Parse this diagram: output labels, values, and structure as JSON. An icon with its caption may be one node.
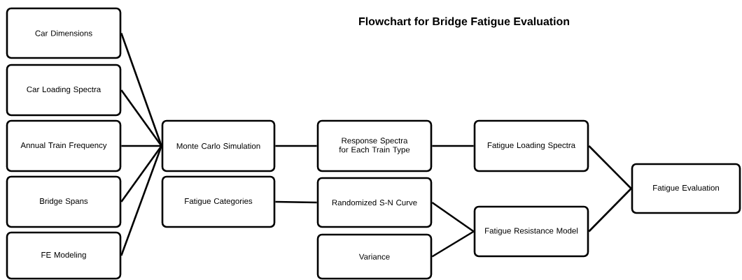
{
  "diagram": {
    "title": "Flowchart for Bridge Fatigue Evaluation",
    "nodes": [
      {
        "text": [
          "Car Dimensions"
        ]
      },
      {
        "text": [
          "Car Loading Spectra"
        ]
      },
      {
        "text": [
          "Annual Train Frequency"
        ]
      },
      {
        "text": [
          "Bridge Spans"
        ]
      },
      {
        "text": [
          "FE Modeling"
        ]
      },
      {
        "text": [
          "Monte Carlo Simulation"
        ]
      },
      {
        "text": [
          "Fatigue Categories"
        ]
      },
      {
        "text": [
          "Response Spectra for Each Train Type"
        ]
      },
      {
        "text": [
          "Randomized S-N Curve"
        ]
      },
      {
        "text": [
          "Variance"
        ]
      },
      {
        "text": [
          "Fatigue Loading Spectra"
        ]
      },
      {
        "text": [
          "Fatigue Resistance Model"
        ]
      },
      {
        "text": [
          "Fatigue Evaluation"
        ]
      }
    ],
    "edges": [
      {
        "from": 0,
        "to": 5,
        "arrow": "none"
      },
      {
        "from": 1,
        "to": 5,
        "arrow": "none"
      },
      {
        "from": 2,
        "to": 5,
        "arrow": "none"
      },
      {
        "from": 3,
        "to": 5,
        "arrow": "none"
      },
      {
        "from": 4,
        "to": 5,
        "arrow": "none"
      },
      {
        "from": 5,
        "to": 7,
        "arrow": "none"
      },
      {
        "from": 6,
        "to": 8,
        "arrow": "none"
      },
      {
        "from": 7,
        "to": 10,
        "arrow": "none"
      },
      {
        "from": 8,
        "to": 11,
        "arrow": "none"
      },
      {
        "from": 9,
        "to": 11,
        "arrow": "none"
      },
      {
        "from": 10,
        "to": 12,
        "arrow": "none"
      },
      {
        "from": 11,
        "to": 12,
        "arrow": "none"
      }
    ]
  }
}
